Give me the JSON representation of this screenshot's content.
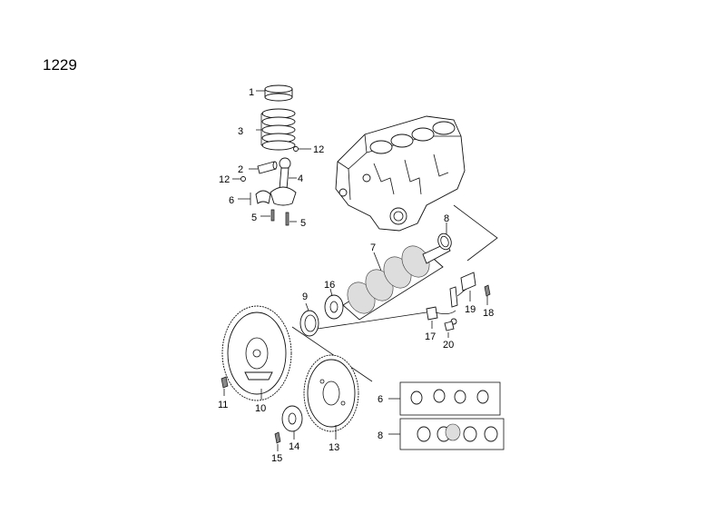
{
  "diagram_id": "1229",
  "callouts": {
    "c1": "1",
    "c2": "2",
    "c3": "3",
    "c4": "4",
    "c5a": "5",
    "c5b": "5",
    "c6a": "6",
    "c6b": "6",
    "c7": "7",
    "c8a": "8",
    "c8b": "8",
    "c9": "9",
    "c10": "10",
    "c11": "11",
    "c12a": "12",
    "c12b": "12",
    "c13": "13",
    "c14": "14",
    "c15": "15",
    "c16": "16",
    "c17": "17",
    "c18": "18",
    "c19": "19",
    "c20": "20"
  }
}
